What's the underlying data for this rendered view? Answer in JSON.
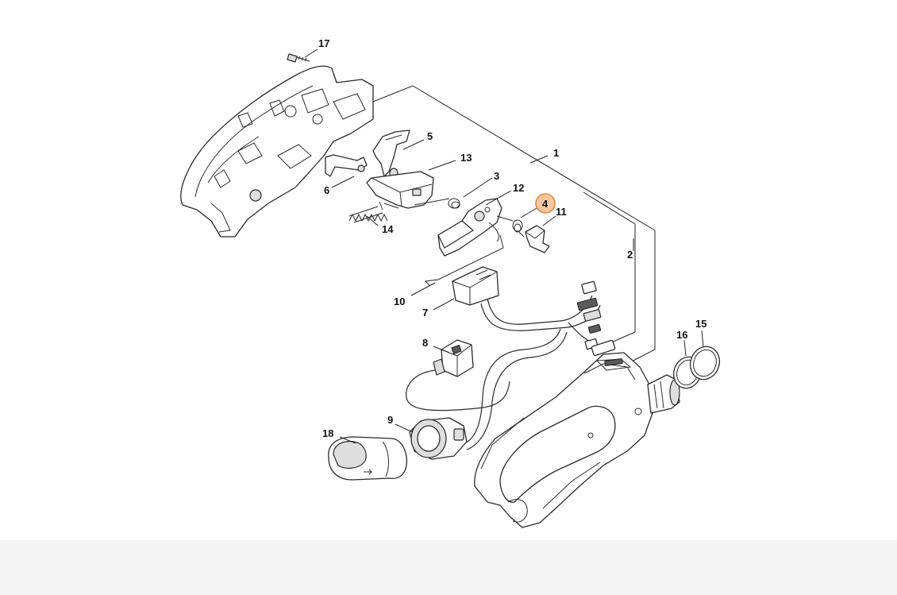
{
  "diagram": {
    "highlighted_callout": "4",
    "highlight_color": "#e8893a",
    "callouts": [
      {
        "id": "c1",
        "text": "1"
      },
      {
        "id": "c2",
        "text": "2"
      },
      {
        "id": "c3",
        "text": "3"
      },
      {
        "id": "c4",
        "text": "4"
      },
      {
        "id": "c5",
        "text": "5"
      },
      {
        "id": "c6",
        "text": "6"
      },
      {
        "id": "c7",
        "text": "7"
      },
      {
        "id": "c8",
        "text": "8"
      },
      {
        "id": "c9",
        "text": "9"
      },
      {
        "id": "c10",
        "text": "10"
      },
      {
        "id": "c11",
        "text": "11"
      },
      {
        "id": "c12",
        "text": "12"
      },
      {
        "id": "c13",
        "text": "13"
      },
      {
        "id": "c14",
        "text": "14"
      },
      {
        "id": "c15",
        "text": "15"
      },
      {
        "id": "c16",
        "text": "16"
      },
      {
        "id": "c17",
        "text": "17"
      },
      {
        "id": "c18",
        "text": "18"
      }
    ]
  }
}
